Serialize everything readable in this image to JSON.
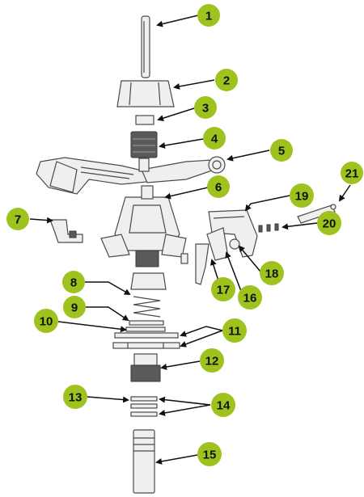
{
  "badge_color": "#9ec31f",
  "callouts": [
    {
      "label": "1"
    },
    {
      "label": "2"
    },
    {
      "label": "3"
    },
    {
      "label": "4"
    },
    {
      "label": "5"
    },
    {
      "label": "6"
    },
    {
      "label": "7"
    },
    {
      "label": "8"
    },
    {
      "label": "9"
    },
    {
      "label": "10"
    },
    {
      "label": "11"
    },
    {
      "label": "12"
    },
    {
      "label": "13"
    },
    {
      "label": "14"
    },
    {
      "label": "15"
    },
    {
      "label": "16"
    },
    {
      "label": "17"
    },
    {
      "label": "18"
    },
    {
      "label": "19"
    },
    {
      "label": "20"
    },
    {
      "label": "21"
    }
  ]
}
